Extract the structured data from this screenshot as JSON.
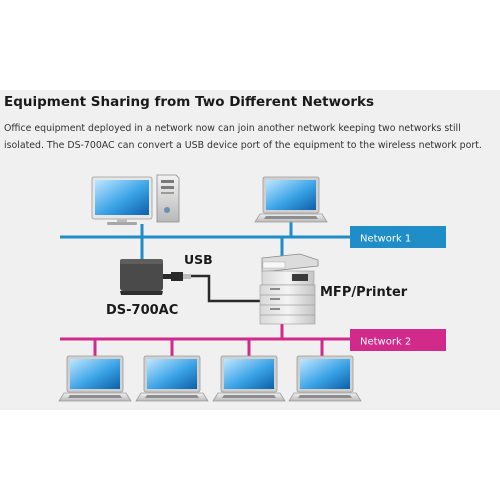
{
  "header": {
    "title": "Equipment Sharing from Two Different Networks",
    "description": "Office equipment deployed in a network now can join another network keeping two networks still isolated. The DS-700AC can convert a USB device port of the equipment to the wireless network port."
  },
  "diagram": {
    "network1_label": "Network 1",
    "network2_label": "Network 2",
    "usb_label": "USB",
    "device_label": "DS-700AC",
    "printer_label": "MFP/Printer",
    "colors": {
      "network1": "#1f8dc8",
      "network2": "#d12a8a",
      "device": "#4a4a4a"
    }
  }
}
